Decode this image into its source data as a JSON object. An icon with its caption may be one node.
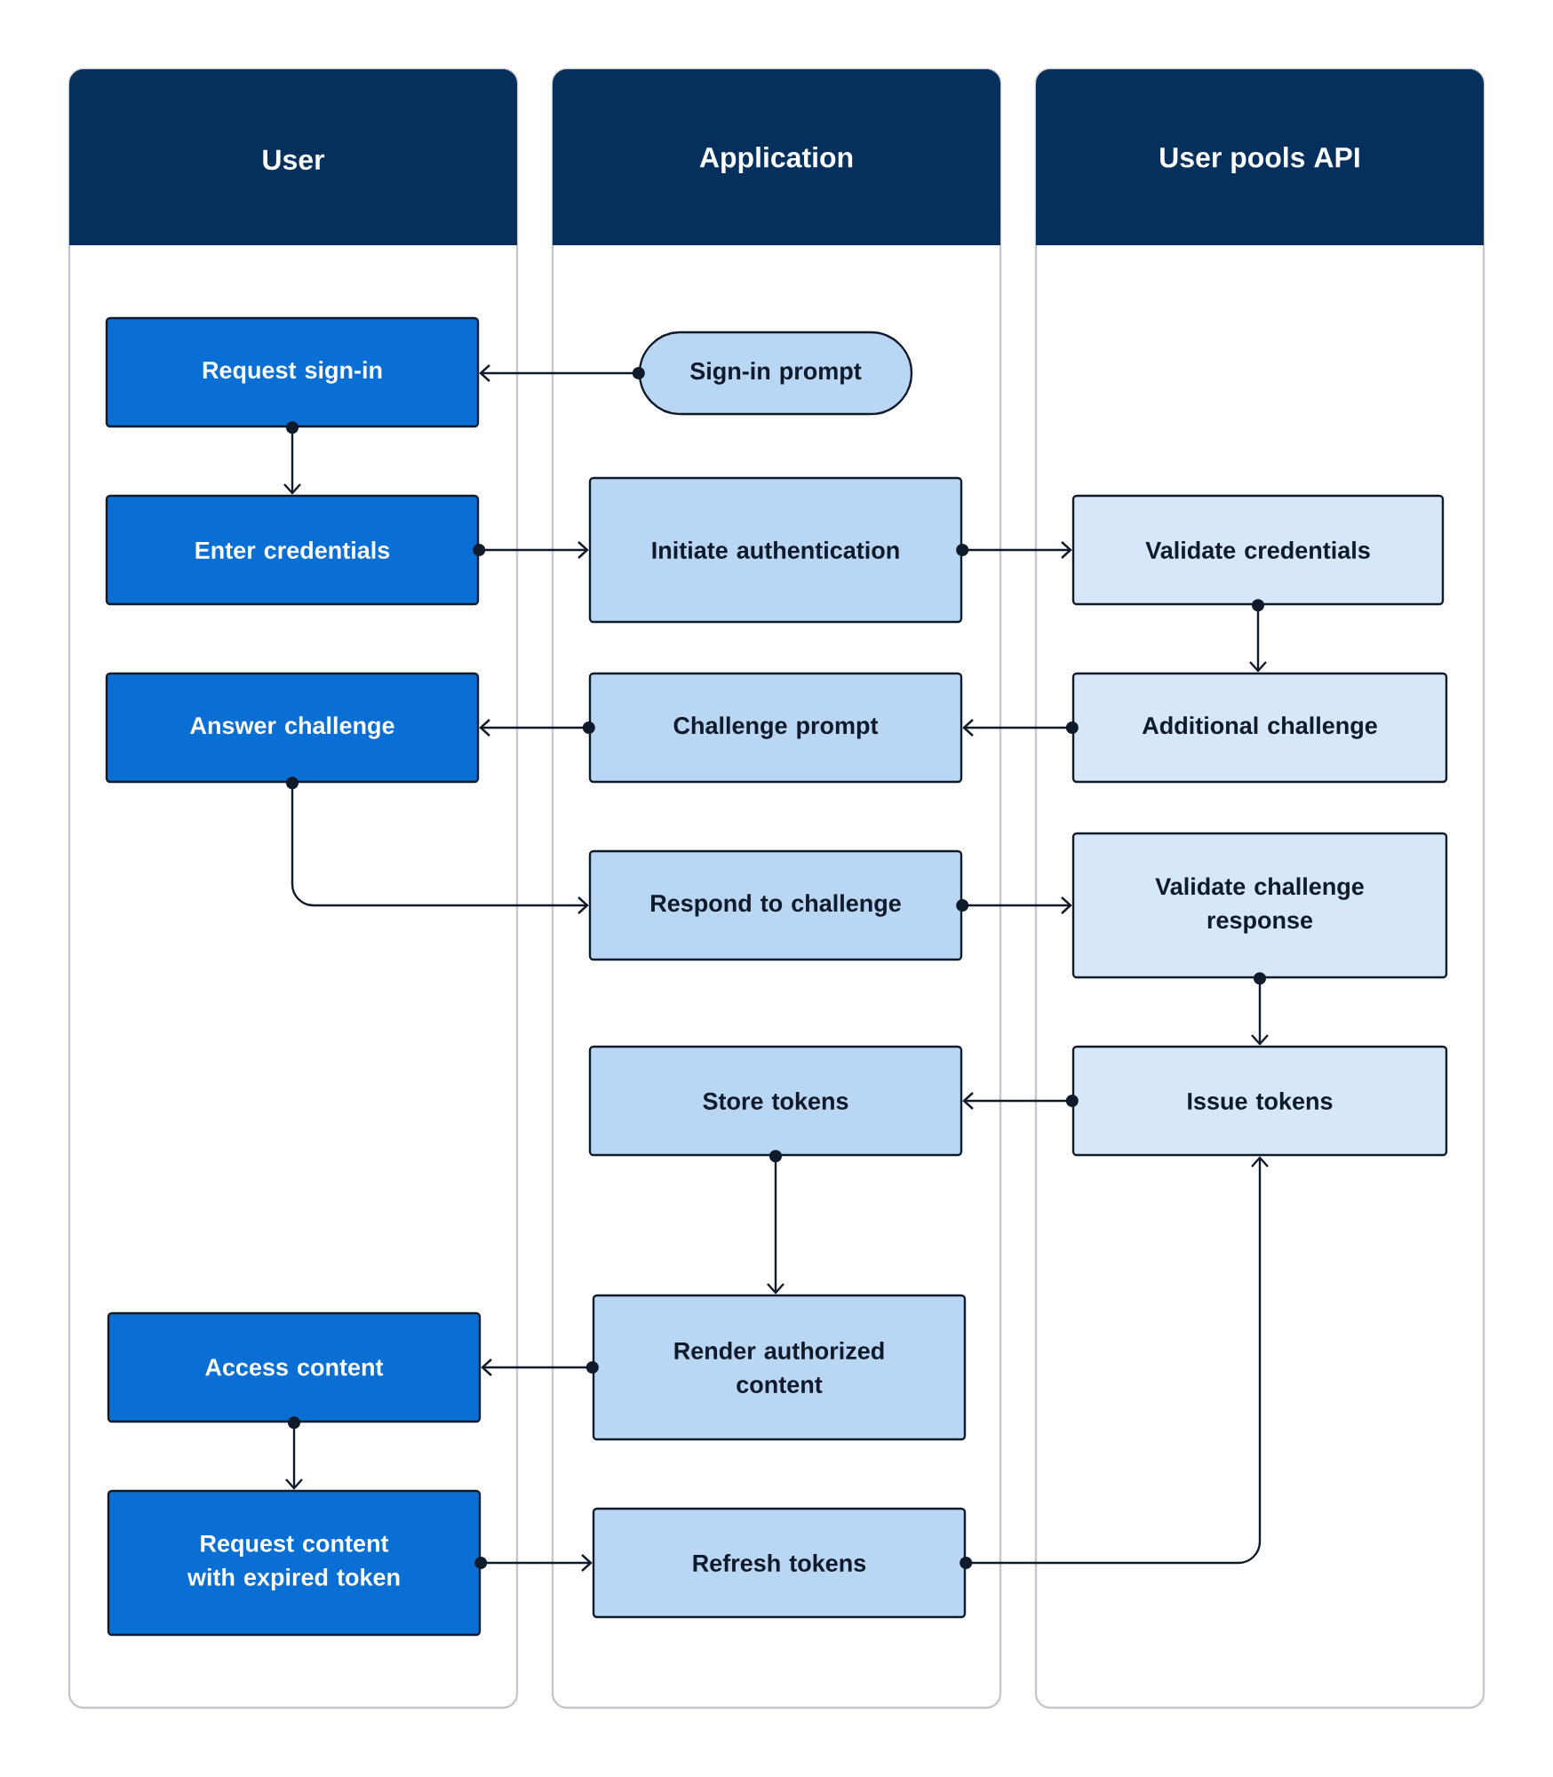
{
  "diagram": {
    "nodes": [
      {
        "text": [
          "User"
        ]
      },
      {
        "text": [
          "Application"
        ]
      },
      {
        "text": [
          "User pools API"
        ]
      },
      {
        "text": [
          "Request sign-in"
        ],
        "in": 0
      },
      {
        "text": [
          "Sign-in prompt"
        ],
        "in": 1
      },
      {
        "text": [
          "Enter credentials"
        ],
        "in": 0
      },
      {
        "text": [
          "Initiate authentication"
        ],
        "in": 1
      },
      {
        "text": [
          "Validate credentials"
        ],
        "in": 2
      },
      {
        "text": [
          "Answer challenge"
        ],
        "in": 0
      },
      {
        "text": [
          "Challenge prompt"
        ],
        "in": 1
      },
      {
        "text": [
          "Additional challenge"
        ],
        "in": 2
      },
      {
        "text": [
          "Respond to challenge"
        ],
        "in": 1
      },
      {
        "text": [
          "Validate challenge response"
        ],
        "in": 2
      },
      {
        "text": [
          "Store tokens"
        ],
        "in": 1
      },
      {
        "text": [
          "Issue tokens"
        ],
        "in": 2
      },
      {
        "text": [
          "Access content"
        ],
        "in": 0
      },
      {
        "text": [
          "Render authorized content"
        ],
        "in": 1
      },
      {
        "text": [
          "Request content with expired token"
        ],
        "in": 0
      },
      {
        "text": [
          "Refresh tokens"
        ],
        "in": 1
      }
    ],
    "edges": [
      {
        "from": 4,
        "to": 3,
        "arrow": "to"
      },
      {
        "from": 3,
        "to": 5,
        "arrow": "to"
      },
      {
        "from": 5,
        "to": 6,
        "arrow": "to"
      },
      {
        "from": 6,
        "to": 7,
        "arrow": "to"
      },
      {
        "from": 7,
        "to": 10,
        "arrow": "to"
      },
      {
        "from": 10,
        "to": 9,
        "arrow": "to"
      },
      {
        "from": 9,
        "to": 8,
        "arrow": "to"
      },
      {
        "from": 8,
        "to": 11,
        "arrow": "to"
      },
      {
        "from": 11,
        "to": 12,
        "arrow": "to"
      },
      {
        "from": 12,
        "to": 14,
        "arrow": "to"
      },
      {
        "from": 14,
        "to": 13,
        "arrow": "to"
      },
      {
        "from": 13,
        "to": 16,
        "arrow": "to"
      },
      {
        "from": 16,
        "to": 15,
        "arrow": "to"
      },
      {
        "from": 15,
        "to": 17,
        "arrow": "to"
      },
      {
        "from": 17,
        "to": 18,
        "arrow": "to"
      },
      {
        "from": 18,
        "to": 14,
        "arrow": "to"
      }
    ]
  }
}
